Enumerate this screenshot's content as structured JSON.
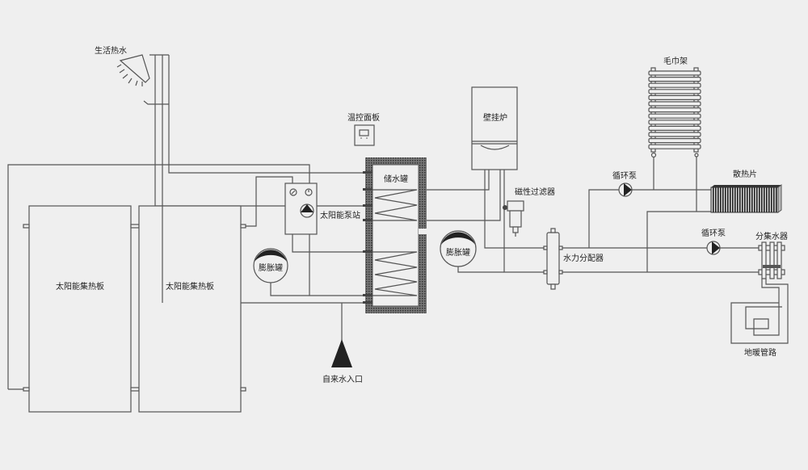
{
  "labels": {
    "domestic_hot_water": "生活热水",
    "solar_collector_1": "太阳能集热板",
    "solar_collector_2": "太阳能集热板",
    "thermostat_panel": "温控面板",
    "solar_pump_station": "太阳能泵站",
    "expansion_tank_1": "膨胀罐",
    "storage_tank": "储水罐",
    "water_inlet": "自来水入口",
    "boiler": "壁挂炉",
    "magnetic_filter": "磁性过滤器",
    "expansion_tank_2": "膨胀罐",
    "hydraulic_separator": "水力分配器",
    "circulation_pump_1": "循环泵",
    "circulation_pump_2": "循环泵",
    "towel_rack": "毛巾架",
    "radiator": "散热片",
    "manifold": "分集水器",
    "floor_heating": "地暖管路"
  },
  "colors": {
    "background": "#efefef",
    "line": "#555555",
    "dark": "#222222"
  }
}
